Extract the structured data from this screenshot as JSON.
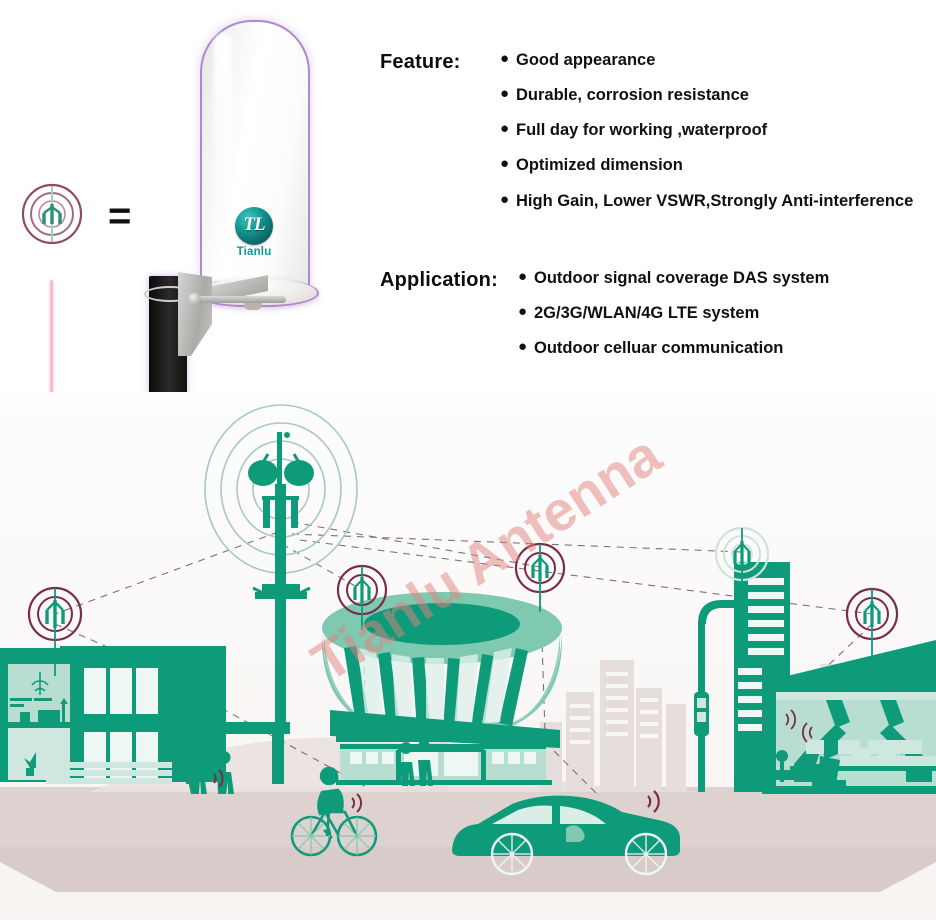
{
  "product": {
    "brand_logo_text": "TL",
    "brand_name": "Tianlu",
    "equals_symbol": "=",
    "radome_color": "#ffffff",
    "outline_color": "#b187cf",
    "logo_color": "#109a9b",
    "alt": "outdoor omni antenna on pole mount"
  },
  "spec": {
    "feature": {
      "heading": "Feature:",
      "bullet": "●",
      "items": [
        "Good appearance",
        "Durable, corrosion resistance",
        "Full day for working ,waterproof",
        "Optimized dimension",
        "High Gain, Lower VSWR,Strongly Anti-interference"
      ]
    },
    "application": {
      "heading": "Application:",
      "bullet": "●",
      "items": [
        "Outdoor signal coverage DAS system",
        "2G/3G/WLAN/4G LTE system",
        "Outdoor celluar communication"
      ]
    }
  },
  "scene": {
    "watermark": "Tianlu Antenna",
    "watermark_color": "#e2827d",
    "green": "#0e9b7a",
    "green_light": "#7fc9b0",
    "green_pale": "#b7ded0",
    "ground": "#d8cbc9",
    "sky": "#fbfbfa",
    "signal_ring_color": "#7b2b47",
    "tower_ring_color": "#a9c9bf",
    "link_line_color": "#6b5a5a",
    "elements": [
      {
        "name": "macro-cell-tower",
        "label": "central cell tower with signal rings"
      },
      {
        "name": "residential-house",
        "label": "two-storey house with indoor wifi"
      },
      {
        "name": "stadium",
        "label": "stadium / arena with shops below"
      },
      {
        "name": "office-tower",
        "label": "high-rise office building"
      },
      {
        "name": "factory",
        "label": "factory with robotic arms"
      },
      {
        "name": "city-skyline",
        "label": "background skyline"
      },
      {
        "name": "car",
        "label": "connected car"
      },
      {
        "name": "cyclist",
        "label": "cyclist with phone signal"
      },
      {
        "name": "pedestrians",
        "label": "people using mobile phones"
      }
    ],
    "repeater_count": 5,
    "pink_line_color": "#f8b9ce"
  }
}
